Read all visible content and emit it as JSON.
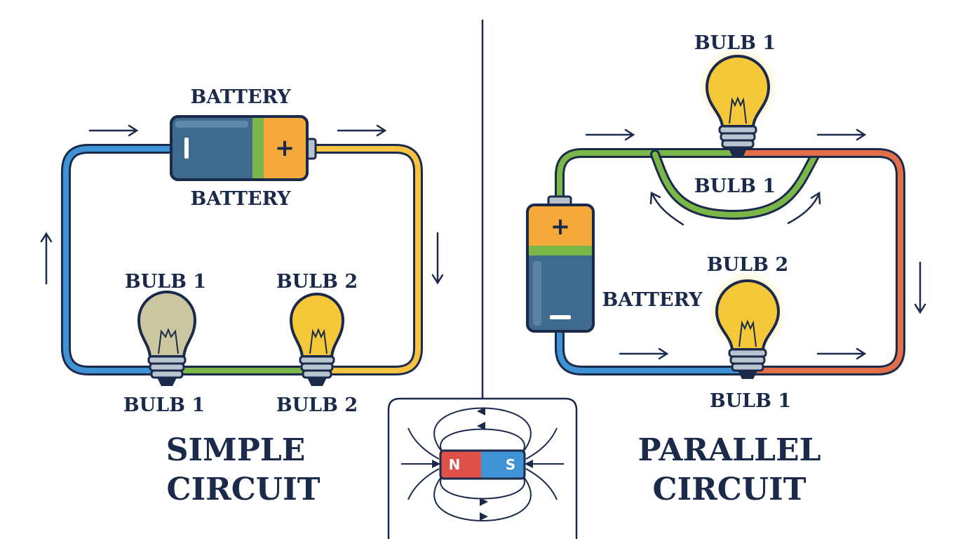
{
  "simple_circuit": {
    "battery_label_top": "BATTERY",
    "battery_label_bottom": "BATTERY",
    "battery_negative": "-",
    "battery_positive": "+",
    "bulb1_label_top": "BULB 1",
    "bulb2_label_top": "BULB 2",
    "bulb1_label_bottom": "BULB 1",
    "bulb2_label_bottom": "BULB 2",
    "title_line1": "SIMPLE",
    "title_line2": "CIRCUIT"
  },
  "parallel_circuit": {
    "bulb_top_label": "BULB 1",
    "branch_label": "BULB 1",
    "bulb2_label": "BULB 2",
    "battery_label": "BATTERY",
    "bottom_bulb_label": "BULB 1",
    "battery_positive": "+",
    "battery_negative": "-",
    "title_line1": "PARALLEL",
    "title_line2": "CIRCUIT"
  },
  "magnet": {
    "north": "N",
    "south": "S"
  },
  "colors": {
    "ink": "#1b2a4a",
    "wire_blue": "#3f93d4",
    "wire_yellow": "#f5c242",
    "wire_green": "#7ab648",
    "wire_red": "#e36f4a",
    "battery_body": "#3f6b8f",
    "battery_cap": "#f6a93b",
    "bulb_lit": "#f5c83a",
    "bulb_unlit": "#c9c6a0"
  }
}
